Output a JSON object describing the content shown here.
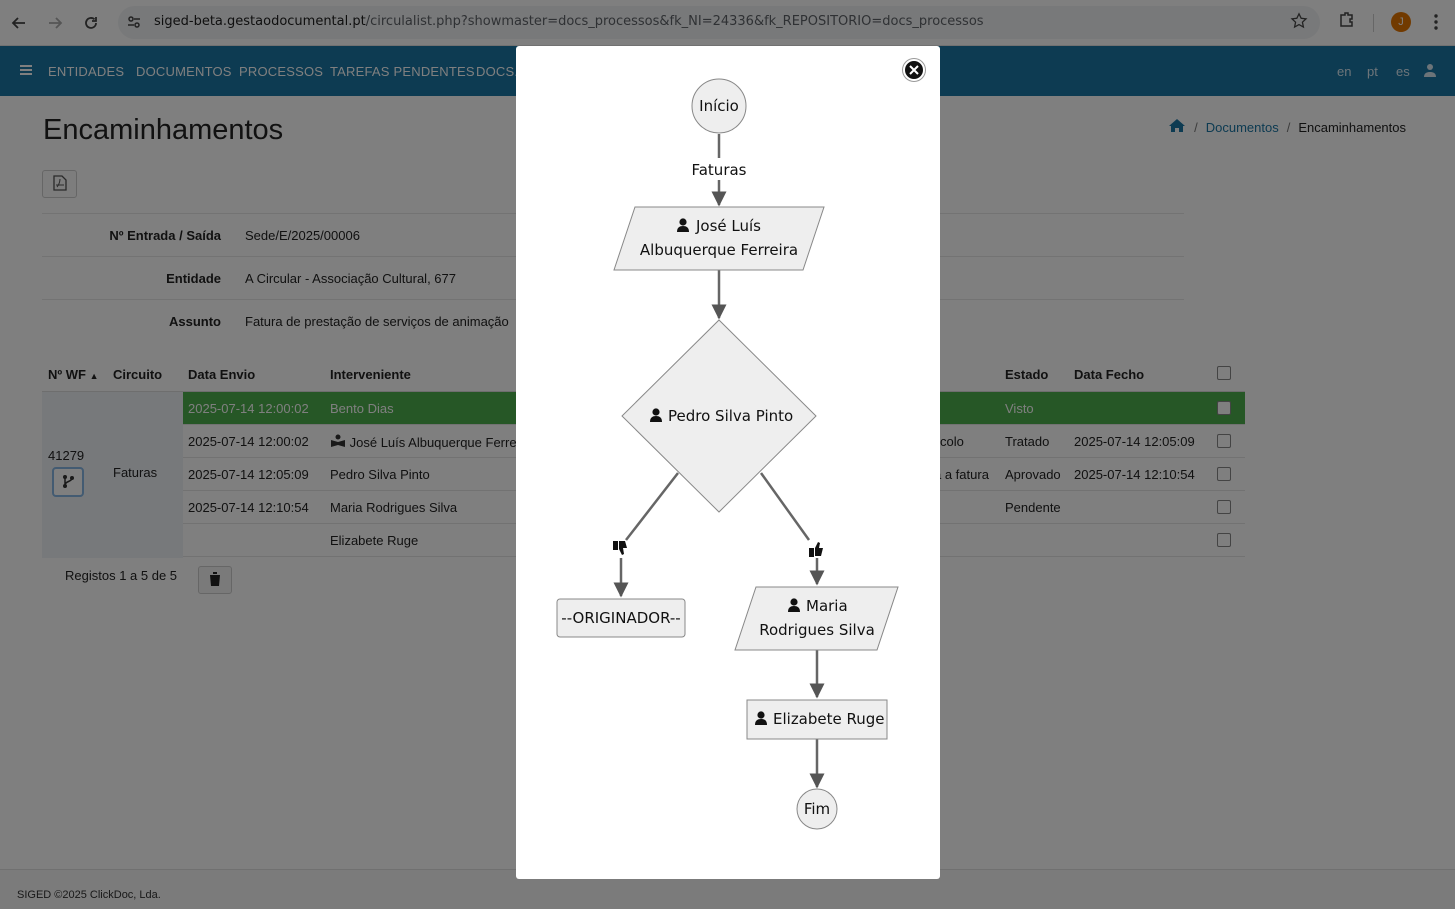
{
  "browser": {
    "url_host": "siged-beta.gestaodocumental.pt",
    "url_rest": "/circulalist.php?showmaster=docs_processos&fk_NI=24336&fk_REPOSITORIO=docs_processos",
    "profile_initial": "J"
  },
  "appnav": {
    "items": [
      "ENTIDADES",
      "DOCUMENTOS",
      "PROCESSOS",
      "TAREFAS PENDENTES",
      "DOCS..."
    ],
    "langs": [
      "en",
      "pt",
      "es"
    ]
  },
  "page": {
    "title": "Encaminhamentos",
    "breadcrumb": [
      "Documentos",
      "Encaminhamentos"
    ]
  },
  "info": [
    {
      "label": "Nº Entrada / Saída",
      "value": "Sede/E/2025/00006"
    },
    {
      "label": "Entidade",
      "value": "A Circular - Associação Cultural, 677"
    },
    {
      "label": "Assunto",
      "value": "Fatura de prestação de serviços de animação"
    }
  ],
  "table": {
    "headers": [
      "Nº WF",
      "Circuito",
      "Data Envio",
      "Interveniente",
      "Estado",
      "Data Fecho"
    ],
    "wf_number": "41279",
    "circuit": "Faturas",
    "rows": [
      {
        "data_envio": "2025-07-14 12:00:02",
        "interveniente": "Bento Dias",
        "obs": "",
        "estado": "Visto",
        "data_fecho": ""
      },
      {
        "data_envio": "2025-07-14 12:00:02",
        "interveniente": "José Luís Albuquerque Ferre",
        "obs": "colo",
        "estado": "Tratado",
        "data_fecho": "2025-07-14 12:05:09"
      },
      {
        "data_envio": "2025-07-14 12:05:09",
        "interveniente": "Pedro Silva Pinto",
        "obs": "a a fatura",
        "estado": "Aprovado",
        "data_fecho": "2025-07-14 12:10:54"
      },
      {
        "data_envio": "2025-07-14 12:10:54",
        "interveniente": "Maria Rodrigues Silva",
        "obs": "",
        "estado": "Pendente",
        "data_fecho": ""
      },
      {
        "data_envio": "",
        "interveniente": "Elizabete Ruge",
        "obs": "",
        "estado": "",
        "data_fecho": ""
      }
    ],
    "records": "Registos 1 a 5 de 5"
  },
  "footer": "SIGED ©2025 ClickDoc, Lda.",
  "flow": {
    "start": "Início",
    "edge1": "Faturas",
    "node1_line1": "José Luís",
    "node1_line2": "Albuquerque Ferreira",
    "decision": "Pedro Silva Pinto",
    "reject_target": "--ORIGINADOR--",
    "node3_line1": "Maria",
    "node3_line2": "Rodrigues Silva",
    "node4": "Elizabete Ruge",
    "end": "Fim"
  }
}
